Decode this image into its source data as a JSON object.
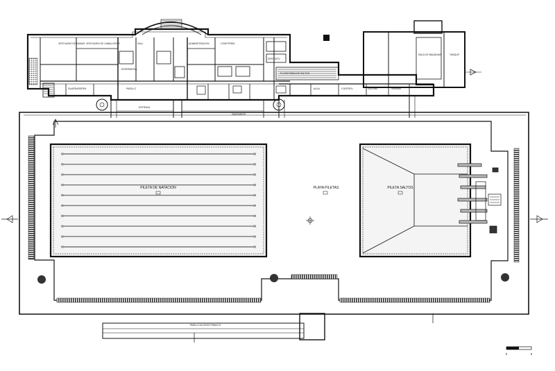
{
  "plan": {
    "pools": {
      "swimming": {
        "name": "PILETA DE NATACION",
        "lanes": 10
      },
      "diving": {
        "name": "PILETA SALTOS"
      }
    },
    "deck_label": "PLAYA PILETAS",
    "bottom_corridor_label": "PASILLO ACCESO PUBLICO",
    "scale_bar": {
      "start": "0",
      "end": "5"
    },
    "rooms": [
      {
        "id": "r1",
        "text": "VESTUARIO DE DAMAS"
      },
      {
        "id": "r2",
        "text": "VESTUARIO DE CABALLEROS"
      },
      {
        "id": "r3",
        "text": "ENFERMERIA"
      },
      {
        "id": "r4",
        "text": "HALL"
      },
      {
        "id": "r5",
        "text": "ADMINISTRACION"
      },
      {
        "id": "r6",
        "text": "CONFITERIA"
      },
      {
        "id": "r7",
        "text": "DEPOSITO"
      },
      {
        "id": "r8",
        "text": "SALA DE MAQUINAS"
      },
      {
        "id": "r9",
        "text": "TANQUE"
      },
      {
        "id": "r10",
        "text": "PASILLO"
      },
      {
        "id": "r11",
        "text": "GUARDARROPA"
      },
      {
        "id": "r12",
        "text": "ENTRADA"
      },
      {
        "id": "r13",
        "text": "SANITARIOS"
      },
      {
        "id": "r14",
        "text": "AULA"
      },
      {
        "id": "r15",
        "text": "CONTROL"
      },
      {
        "id": "r16",
        "text": "DUCHAS"
      },
      {
        "id": "r17",
        "text": "TRIBUNA"
      },
      {
        "id": "r18",
        "text": "PLATAFORMA DE SALTOS"
      }
    ]
  }
}
